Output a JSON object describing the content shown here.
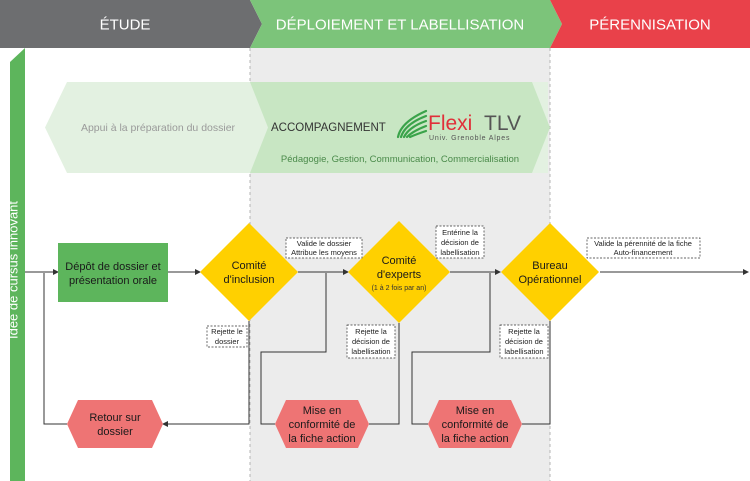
{
  "colors": {
    "study": "#6d6e70",
    "deploy": "#7cc47a",
    "perennial": "#e9414a",
    "deploy_zone": "#ececec",
    "support_band": "#e3f1e1",
    "decision": "#ffd000",
    "green_box": "#5db55c",
    "red_box": "#ee7474",
    "side_bar": "#5db55c",
    "logo_green": "#3aa34a",
    "logo_red": "#e0303a"
  },
  "phases": {
    "study": "ÉTUDE",
    "deploy": "DÉPLOIEMENT ET LABELLISATION",
    "perennial": "PÉRENNISATION"
  },
  "side_label": "Idée de cursus innovant",
  "support": {
    "preparation": "Appui à la préparation du dossier",
    "accompaniment": "ACCOMPAGNEMENT",
    "logo_main": "Flexi",
    "logo_tlv": "TLV",
    "logo_sub": "Univ. Grenoble Alpes",
    "domains": "Pédagogie, Gestion, Communication, Commercialisation"
  },
  "boxes": {
    "deposit": [
      "Dépôt de dossier et",
      "présentation orale"
    ],
    "return": [
      "Retour sur",
      "dossier"
    ],
    "compliance_1": [
      "Mise en",
      "conformité de",
      "la fiche action"
    ],
    "compliance_2": [
      "Mise en",
      "conformité de",
      "la fiche action"
    ]
  },
  "decisions": {
    "inclusion": [
      "Comité",
      "d'inclusion"
    ],
    "experts": [
      "Comité",
      "d'experts"
    ],
    "experts_note": "(1 à 2 fois par an)",
    "bureau": [
      "Bureau",
      "Opérationnel"
    ]
  },
  "notes": {
    "validate": [
      "Valide le dossier",
      "Attribue les moyens"
    ],
    "reject_file": [
      "Rejette le",
      "dossier"
    ],
    "endorse": [
      "Entérine la",
      "décision de",
      "labellisation"
    ],
    "reject_label_1": [
      "Rejette la",
      "décision de",
      "labellisation"
    ],
    "reject_label_2": [
      "Rejette la",
      "décision de",
      "labellisation"
    ],
    "perennial": [
      "Valide la pérennité de la fiche",
      "Auto-financement"
    ]
  }
}
